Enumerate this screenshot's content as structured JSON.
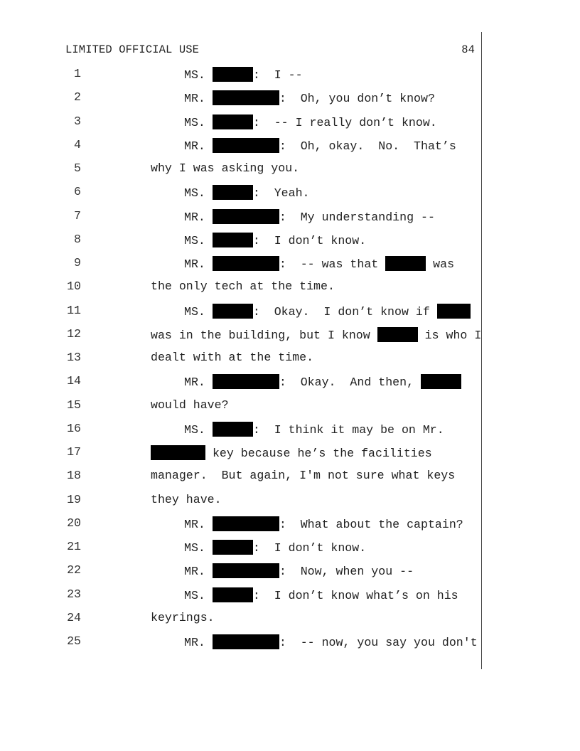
{
  "header": {
    "classification": "LIMITED OFFICIAL USE",
    "page_number": "84"
  },
  "lines": [
    {
      "n": "1",
      "speaker": true,
      "seg": [
        {
          "t": "MS. "
        },
        {
          "r": "short"
        },
        {
          "t": ":  I --"
        }
      ]
    },
    {
      "n": "2",
      "speaker": true,
      "seg": [
        {
          "t": "MR. "
        },
        {
          "r": "long"
        },
        {
          "t": ":  Oh, you don’t know?"
        }
      ]
    },
    {
      "n": "3",
      "speaker": true,
      "seg": [
        {
          "t": "MS. "
        },
        {
          "r": "short"
        },
        {
          "t": ":  -- I really don’t know."
        }
      ]
    },
    {
      "n": "4",
      "speaker": true,
      "seg": [
        {
          "t": "MR. "
        },
        {
          "r": "long"
        },
        {
          "t": ":  Oh, okay.  No.  That’s"
        }
      ]
    },
    {
      "n": "5",
      "speaker": false,
      "seg": [
        {
          "t": "why I was asking you."
        }
      ]
    },
    {
      "n": "6",
      "speaker": true,
      "seg": [
        {
          "t": "MS. "
        },
        {
          "r": "short"
        },
        {
          "t": ":  Yeah."
        }
      ]
    },
    {
      "n": "7",
      "speaker": true,
      "seg": [
        {
          "t": "MR. "
        },
        {
          "r": "long"
        },
        {
          "t": ":  My understanding --"
        }
      ]
    },
    {
      "n": "8",
      "speaker": true,
      "seg": [
        {
          "t": "MS. "
        },
        {
          "r": "short"
        },
        {
          "t": ":  I don’t know."
        }
      ]
    },
    {
      "n": "9",
      "speaker": true,
      "seg": [
        {
          "t": "MR. "
        },
        {
          "r": "long"
        },
        {
          "t": ":  -- was that "
        },
        {
          "r": "short"
        },
        {
          "t": " was"
        }
      ]
    },
    {
      "n": "10",
      "speaker": false,
      "seg": [
        {
          "t": "the only tech at the time."
        }
      ]
    },
    {
      "n": "11",
      "speaker": true,
      "seg": [
        {
          "t": "MS. "
        },
        {
          "r": "short"
        },
        {
          "t": ":  Okay.  I don’t know if "
        },
        {
          "r": "tiny"
        }
      ]
    },
    {
      "n": "12",
      "speaker": false,
      "seg": [
        {
          "t": "was in the building, but I know "
        },
        {
          "r": "short"
        },
        {
          "t": " is who I"
        }
      ]
    },
    {
      "n": "13",
      "speaker": false,
      "seg": [
        {
          "t": "dealt with at the time."
        }
      ]
    },
    {
      "n": "14",
      "speaker": true,
      "seg": [
        {
          "t": "MR. "
        },
        {
          "r": "long"
        },
        {
          "t": ":  Okay.  And then, "
        },
        {
          "r": "short"
        }
      ]
    },
    {
      "n": "15",
      "speaker": false,
      "seg": [
        {
          "t": "would have?"
        }
      ]
    },
    {
      "n": "16",
      "speaker": true,
      "seg": [
        {
          "t": "MS. "
        },
        {
          "r": "short"
        },
        {
          "t": ":  I think it may be on Mr."
        }
      ]
    },
    {
      "n": "17",
      "speaker": false,
      "seg": [
        {
          "r": "mid"
        },
        {
          "t": " key because he’s the facilities"
        }
      ]
    },
    {
      "n": "18",
      "speaker": false,
      "seg": [
        {
          "t": "manager.  But again, I'm not sure what keys"
        }
      ]
    },
    {
      "n": "19",
      "speaker": false,
      "seg": [
        {
          "t": "they have."
        }
      ]
    },
    {
      "n": "20",
      "speaker": true,
      "seg": [
        {
          "t": "MR. "
        },
        {
          "r": "long"
        },
        {
          "t": ":  What about the captain?"
        }
      ]
    },
    {
      "n": "21",
      "speaker": true,
      "seg": [
        {
          "t": "MS. "
        },
        {
          "r": "short"
        },
        {
          "t": ":  I don’t know."
        }
      ]
    },
    {
      "n": "22",
      "speaker": true,
      "seg": [
        {
          "t": "MR. "
        },
        {
          "r": "long"
        },
        {
          "t": ":  Now, when you --"
        }
      ]
    },
    {
      "n": "23",
      "speaker": true,
      "seg": [
        {
          "t": "MS. "
        },
        {
          "r": "short"
        },
        {
          "t": ":  I don’t know what’s on his"
        }
      ]
    },
    {
      "n": "24",
      "speaker": false,
      "seg": [
        {
          "t": "keyrings."
        }
      ]
    },
    {
      "n": "25",
      "speaker": true,
      "seg": [
        {
          "t": "MR. "
        },
        {
          "r": "long"
        },
        {
          "t": ":  -- now, you say you don't"
        }
      ]
    }
  ]
}
